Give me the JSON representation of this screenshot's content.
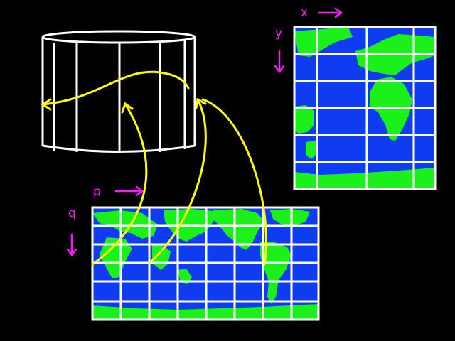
{
  "labels": {
    "x": "x",
    "y": "y",
    "p": "p",
    "q": "q"
  },
  "colors": {
    "background": "#000000",
    "ocean": "#0f3cf0",
    "land": "#1bf01b",
    "grid": "#ffffff",
    "axis": "#ff1aff",
    "arrow": "#ffff00",
    "cylinder": "#ffffff"
  },
  "icons": {
    "x_axis_arrow": "arrow-right-icon",
    "y_axis_arrow": "arrow-down-icon",
    "p_axis_arrow": "arrow-right-icon",
    "q_axis_arrow": "arrow-down-icon"
  }
}
